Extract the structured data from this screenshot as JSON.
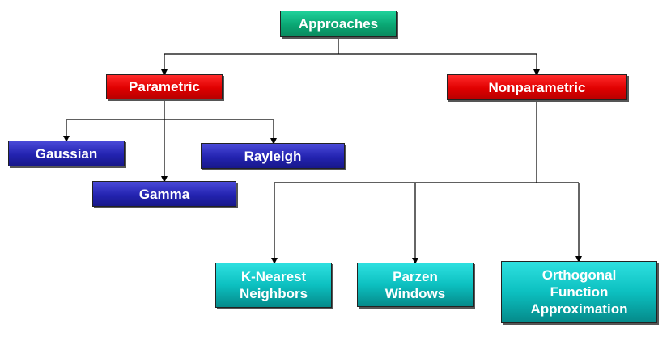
{
  "nodes": {
    "approaches": "Approaches",
    "parametric": "Parametric",
    "nonparametric": "Nonparametric",
    "gaussian": "Gaussian",
    "rayleigh": "Rayleigh",
    "gamma": "Gamma",
    "knn": [
      "K-Nearest",
      "Neighbors"
    ],
    "parzen": [
      "Parzen",
      "Windows"
    ],
    "orthogonal": [
      "Orthogonal",
      "Function",
      "Approximation"
    ]
  },
  "colors": {
    "root": "#0aa673",
    "category": "#e00000",
    "parametric_leaf": "#2323b0",
    "nonparametric_leaf": "#0cc0c0",
    "connector": "#000000"
  }
}
